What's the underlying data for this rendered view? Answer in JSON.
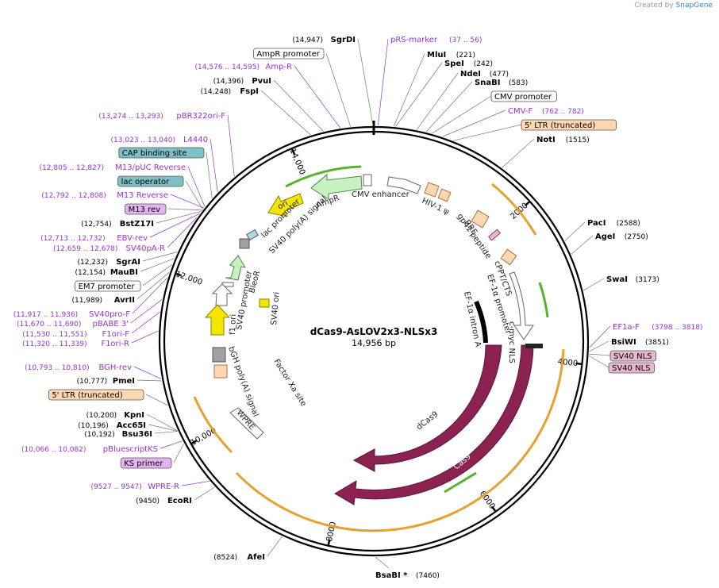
{
  "credit": {
    "prefix": "Created by",
    "brand": "SnapGene"
  },
  "plasmid": {
    "name": "dCas9-AsLOV2x3-NLSx3",
    "size_label": "14,956 bp",
    "length": 14956
  },
  "colors": {
    "yellow": "#f5e600",
    "green": "#c8f0c0",
    "orange": "#ffd7b0",
    "maroon": "#8b2252",
    "gray": "#a0a0a0",
    "primer": "#9933cc",
    "teal_box": "#7fbfc6",
    "pink_box": "#e8b8d0"
  },
  "scale_ticks": [
    "2000",
    "4000",
    "6000",
    "8000",
    "10,000",
    "12,000",
    "14,000"
  ],
  "left_labels": [
    {
      "pos": "(14,576 .. 14,595)",
      "name": "Amp-R",
      "kind": "primer"
    },
    {
      "pos": "(14,396)",
      "name": "PvuI",
      "kind": "enzyme"
    },
    {
      "pos": "(14,248)",
      "name": "FspI",
      "kind": "enzyme"
    },
    {
      "pos": "(13,274 .. 13,293)",
      "name": "pBR322ori-F",
      "kind": "primer"
    },
    {
      "pos": "(13,023 .. 13,040)",
      "name": "L4440",
      "kind": "primer"
    },
    {
      "pos": "",
      "name": "CAP binding site",
      "kind": "teal"
    },
    {
      "pos": "(12,805 .. 12,827)",
      "name": "M13/pUC Reverse",
      "kind": "primer"
    },
    {
      "pos": "",
      "name": "lac operator",
      "kind": "teal"
    },
    {
      "pos": "(12,792 .. 12,808)",
      "name": "M13 Reverse",
      "kind": "primer"
    },
    {
      "pos": "",
      "name": "M13 rev",
      "kind": "purple"
    },
    {
      "pos": "(12,754)",
      "name": "BstZ17I",
      "kind": "enzyme"
    },
    {
      "pos": "(12,713 .. 12,732)",
      "name": "EBV-rev",
      "kind": "primer"
    },
    {
      "pos": "(12,659 .. 12,678)",
      "name": "SV40pA-R",
      "kind": "primer"
    },
    {
      "pos": "(12,232)",
      "name": "SgrAI",
      "kind": "enzyme"
    },
    {
      "pos": "(12,154)",
      "name": "MauBI",
      "kind": "enzyme"
    },
    {
      "pos": "",
      "name": "EM7 promoter",
      "kind": "white"
    },
    {
      "pos": "(11,989)",
      "name": "AvrII",
      "kind": "enzyme"
    },
    {
      "pos": "(11,917 .. 11,936)",
      "name": "SV40pro-F",
      "kind": "primer"
    },
    {
      "pos": "(11,670 .. 11,690)",
      "name": "pBABE 3'",
      "kind": "primer"
    },
    {
      "pos": "(11,530 .. 11,551)",
      "name": "F1ori-F",
      "kind": "primer"
    },
    {
      "pos": "(11,320 .. 11,339)",
      "name": "F1ori-R",
      "kind": "primer"
    },
    {
      "pos": "(10,793 .. 10,810)",
      "name": "BGH-rev",
      "kind": "primer"
    },
    {
      "pos": "(10,777)",
      "name": "PmeI",
      "kind": "enzyme"
    },
    {
      "pos": "",
      "name": "5' LTR (truncated)",
      "kind": "orange"
    },
    {
      "pos": "(10,200)",
      "name": "KpnI",
      "kind": "enzyme"
    },
    {
      "pos": "(10,196)",
      "name": "Acc65I",
      "kind": "enzyme"
    },
    {
      "pos": "(10,192)",
      "name": "Bsu36I",
      "kind": "enzyme"
    },
    {
      "pos": "(10,066 .. 10,082)",
      "name": "pBluescriptKS",
      "kind": "primer"
    },
    {
      "pos": "",
      "name": "KS primer",
      "kind": "purple"
    },
    {
      "pos": "(9527 .. 9547)",
      "name": "WPRE-R",
      "kind": "primer"
    },
    {
      "pos": "(9450)",
      "name": "EcoRI",
      "kind": "enzyme"
    },
    {
      "pos": "(8524)",
      "name": "AfeI",
      "kind": "enzyme"
    }
  ],
  "top_labels": [
    {
      "pos": "(14,947)",
      "name": "SgrDI",
      "kind": "enzyme"
    },
    {
      "pos": "",
      "name": "AmpR promoter",
      "kind": "white"
    },
    {
      "pos": "(37 .. 56)",
      "name": "pRS-marker",
      "kind": "primer"
    }
  ],
  "right_labels": [
    {
      "pos": "(221)",
      "name": "MluI",
      "kind": "enzyme"
    },
    {
      "pos": "(242)",
      "name": "SpeI",
      "kind": "enzyme"
    },
    {
      "pos": "(477)",
      "name": "NdeI",
      "kind": "enzyme"
    },
    {
      "pos": "(583)",
      "name": "SnaBI",
      "kind": "enzyme"
    },
    {
      "pos": "",
      "name": "CMV promoter",
      "kind": "white"
    },
    {
      "pos": "(762 .. 782)",
      "name": "CMV-F",
      "kind": "primer"
    },
    {
      "pos": "",
      "name": "5' LTR (truncated)",
      "kind": "orange"
    },
    {
      "pos": "(1515)",
      "name": "NotI",
      "kind": "enzyme"
    },
    {
      "pos": "(2588)",
      "name": "PacI",
      "kind": "enzyme"
    },
    {
      "pos": "(2750)",
      "name": "AgeI",
      "kind": "enzyme"
    },
    {
      "pos": "(3173)",
      "name": "SwaI",
      "kind": "enzyme"
    },
    {
      "pos": "(3798 .. 3818)",
      "name": "EF1a-F",
      "kind": "primer"
    },
    {
      "pos": "(3851)",
      "name": "BsiWI",
      "kind": "enzyme"
    },
    {
      "pos": "",
      "name": "SV40 NLS",
      "kind": "pink"
    },
    {
      "pos": "",
      "name": "SV40 NLS",
      "kind": "pink"
    }
  ],
  "bottom_label": {
    "pos": "(7460)",
    "name": "BsaBI *",
    "kind": "enzyme"
  },
  "inner_labels": [
    "CMV enhancer",
    "AmpR",
    "ori",
    "lac promoter",
    "SV40 poly(A) signal",
    "BleoR",
    "SV40 promoter",
    "SV40 ori",
    "f1 ori",
    "bGH poly(A) signal",
    "Factor Xa site",
    "WPRE",
    "HIV-1 ψ",
    "RRE",
    "gp41 peptide",
    "cPPT/CTS",
    "EF-1α promoter",
    "EF-1α intron A",
    "c-myc NLS",
    "dCas9",
    "Cas9"
  ]
}
